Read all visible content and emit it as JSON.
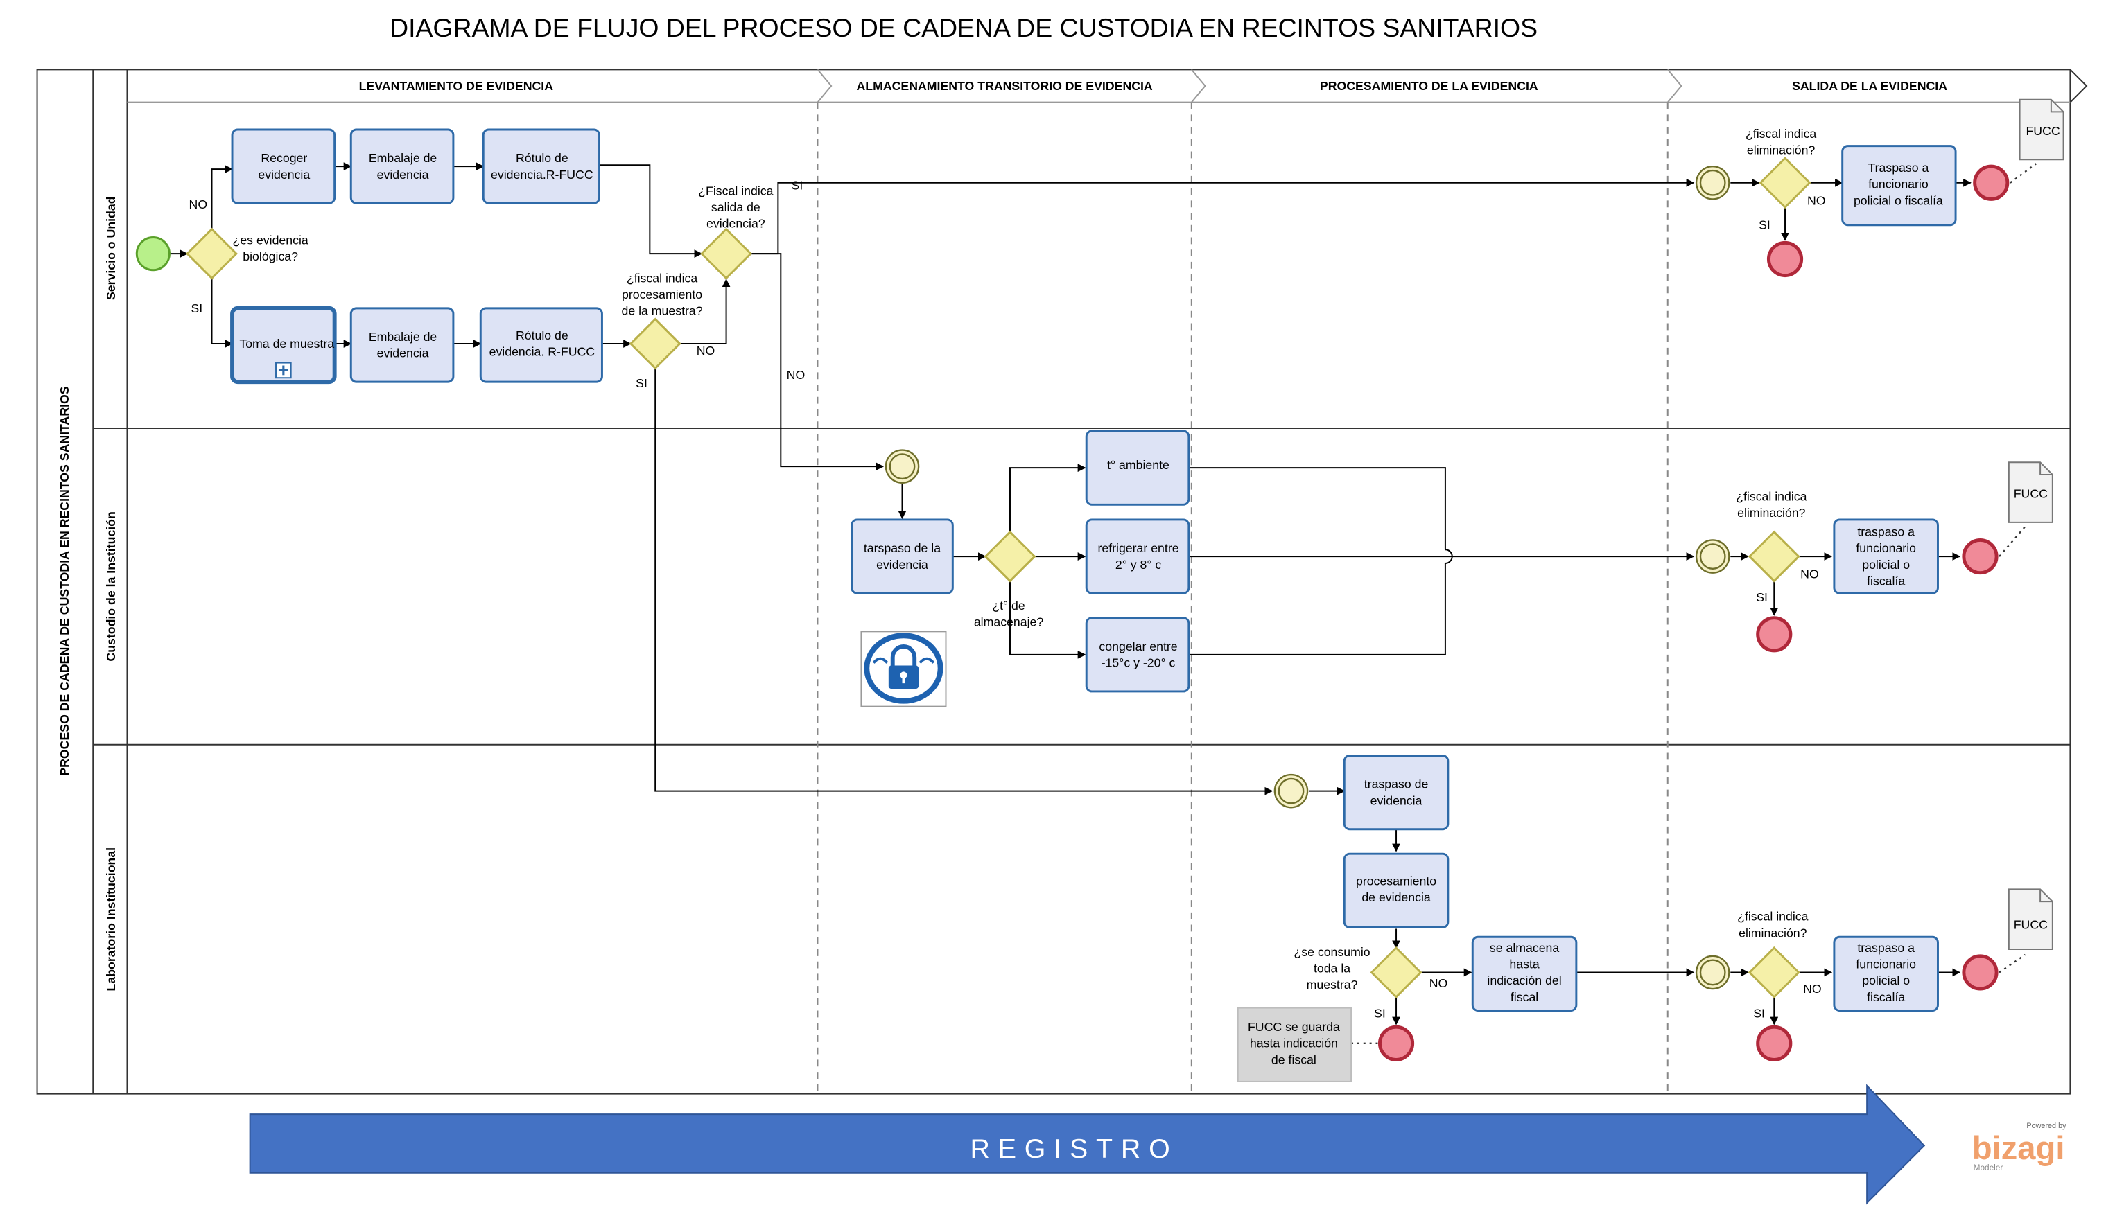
{
  "title": "DIAGRAMA  DE FLUJO DEL PROCESO DE CADENA DE CUSTODIA EN RECINTOS SANITARIOS",
  "pool_label": "PROCESO DE CADENA DE CUSTODIA EN RECINTOS SANITARIOS",
  "lanes": [
    "Servicio  o Unidad",
    "Custodio de la Institución",
    "Laboratorio Institucional"
  ],
  "phases": [
    "LEVANTAMIENTO DE EVIDENCIA",
    "ALMACENAMIENTO TRANSITORIO DE EVIDENCIA",
    "PROCESAMIENTO DE LA EVIDENCIA",
    "SALIDA DE LA EVIDENCIA"
  ],
  "tasks": {
    "recoger": [
      "Recoger",
      "evidencia"
    ],
    "embalaje1": [
      "Embalaje de",
      "evidencia"
    ],
    "rotulo1": [
      "Rótulo de",
      "evidencia.R-FUCC"
    ],
    "toma": [
      "Toma de muestra"
    ],
    "embalaje2": [
      "Embalaje de",
      "evidencia"
    ],
    "rotulo2": [
      "Rótulo de",
      "evidencia. R-FUCC"
    ],
    "traspaso_serv": [
      "Traspaso  a",
      "funcionario",
      "policial o fiscalía"
    ],
    "tarspaso": [
      "tarspaso de la",
      "evidencia"
    ],
    "t_amb": [
      "t° ambiente"
    ],
    "refrigerar": [
      "refrigerar entre",
      "2° y 8° c"
    ],
    "congelar": [
      "congelar entre",
      "-15°c y -20° c"
    ],
    "traspaso_cust": [
      "traspaso a",
      "funcionario",
      "policial o",
      "fiscalía"
    ],
    "traspaso_lab_in": [
      "traspaso de",
      "evidencia"
    ],
    "procesamiento": [
      "procesamiento",
      "de evidencia"
    ],
    "almacena": [
      "se almacena",
      "hasta",
      "indicación del",
      "fiscal"
    ],
    "traspaso_lab": [
      "traspaso a",
      "funcionario",
      "policial o",
      "fiscalía"
    ]
  },
  "gateways": {
    "biologica": [
      "¿es evidencia",
      "biológica?"
    ],
    "salida": [
      "¿Fiscal indica",
      "salida de",
      "evidencia?"
    ],
    "procesamiento": [
      "¿fiscal indica",
      "procesamiento",
      "de la muestra?"
    ],
    "eliminacion_serv": [
      "¿fiscal indica",
      "eliminación?"
    ],
    "almacenaje": [
      "¿t° de",
      "almacenaje?"
    ],
    "eliminacion_cust": [
      "¿fiscal indica",
      "eliminación?"
    ],
    "consumo": [
      "¿se consumio",
      "toda la",
      "muestra?"
    ],
    "eliminacion_lab": [
      "¿fiscal indica",
      "eliminación?"
    ]
  },
  "flow_labels": {
    "no": "NO",
    "si": "SI"
  },
  "annotation": [
    "FUCC se guarda",
    "hasta indicación",
    "de fiscal"
  ],
  "documents": [
    "FUCC",
    "FUCC",
    "FUCC"
  ],
  "registro": "REGISTRO",
  "brand": {
    "powered": "Powered by",
    "name": "bizagi",
    "sub": "Modeler"
  },
  "colors": {
    "task_fill": "#dde3f5",
    "task_stroke": "#2e6aa8",
    "gateway_fill": "#f5f0a8",
    "gateway_stroke": "#b9b04a",
    "start_fill": "#b8f08a",
    "start_stroke": "#5aa02a",
    "end_fill": "#f08a98",
    "end_stroke": "#b0283a",
    "intermediate_fill": "#f7f2c8",
    "arrow_fill": "#4472c4",
    "lock_blue": "#1e62b0"
  }
}
